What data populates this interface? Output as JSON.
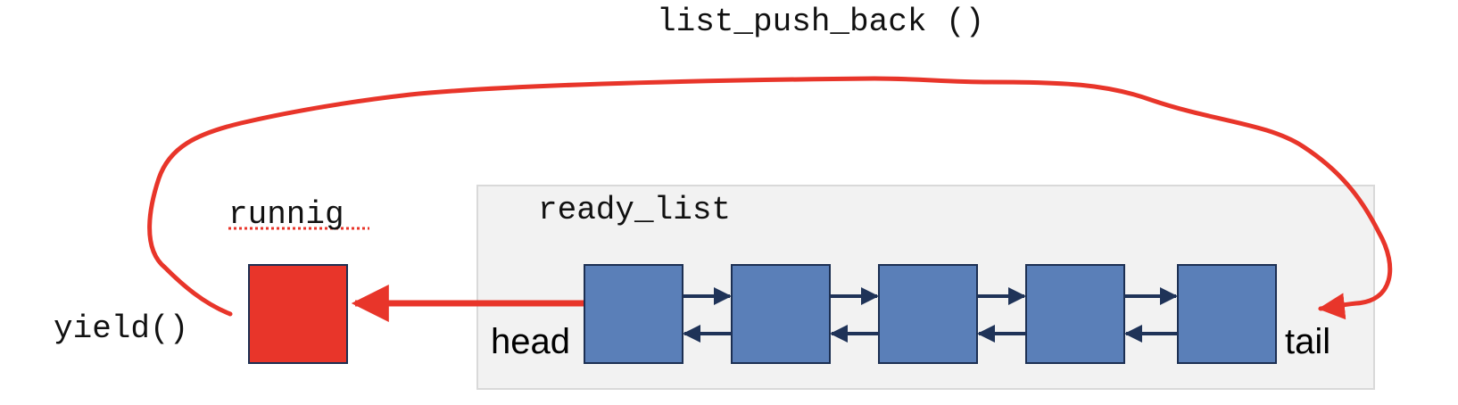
{
  "diagram": {
    "top_label": "list_push_back ()",
    "yield_label": "yield()",
    "running_label": "runnig",
    "ready_list_label": "ready_list",
    "head_label": "head",
    "tail_label": "tail",
    "node_count": 5
  },
  "colors": {
    "red": "#e8352a",
    "node_fill": "#5a7fb8",
    "node_border": "#1c2f52",
    "link_arrow": "#1f3358",
    "panel_fill": "#f2f2f2",
    "panel_border": "#d9d9d9",
    "spellcheck_underline": "#e8352a"
  }
}
